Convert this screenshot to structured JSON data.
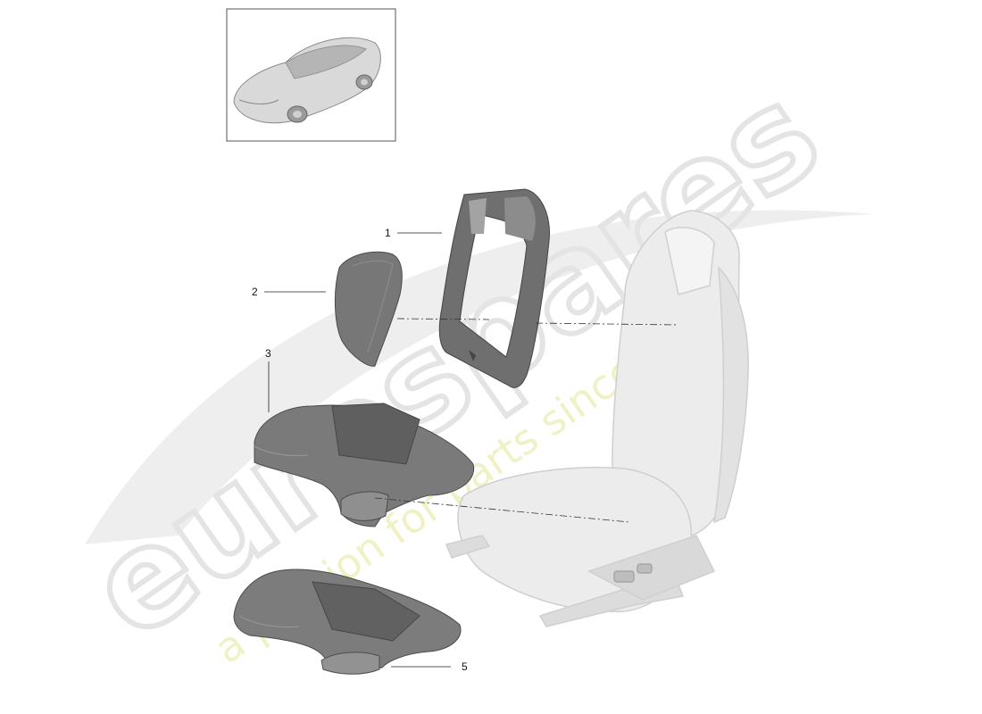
{
  "diagram": {
    "callouts": [
      {
        "id": "1",
        "label": "1"
      },
      {
        "id": "2",
        "label": "2"
      },
      {
        "id": "3",
        "label": "3"
      },
      {
        "id": "5",
        "label": "5"
      }
    ]
  },
  "watermark": {
    "brand": "eurospares",
    "tagline": "a passion for parts since 1985"
  },
  "colors": {
    "part_dark": "#6e6e6e",
    "part_mid": "#9a9a9a",
    "part_light": "#c9c9c9",
    "seat": "#e6e6e6",
    "watermark_gray": "#e9e9e9",
    "watermark_yellow": "#f3f3c6"
  }
}
